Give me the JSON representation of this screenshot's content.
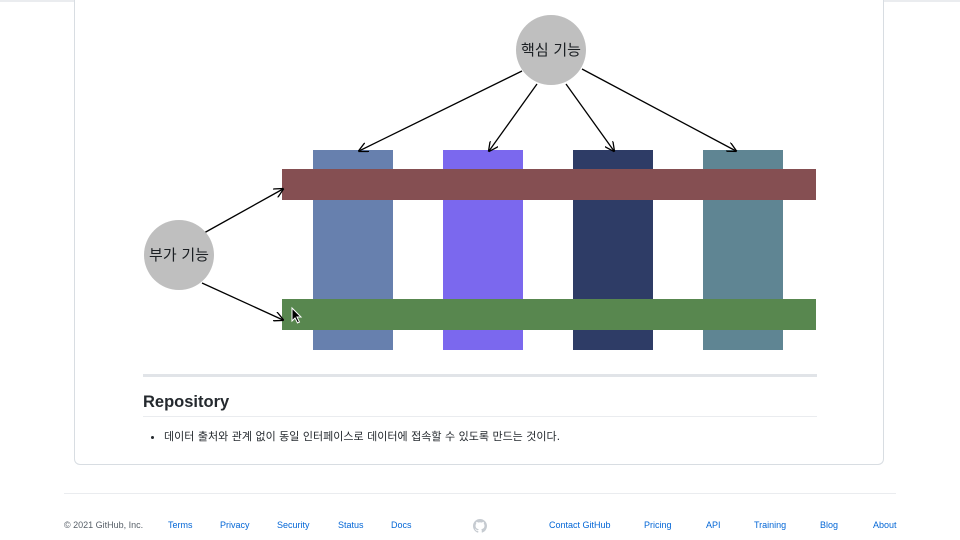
{
  "diagram": {
    "core_label": "핵심 기능",
    "extra_label": "부가 기능",
    "colors": {
      "node_fill": "#bfbfbf",
      "column_1": "#6780ae",
      "column_2": "#7b68ee",
      "column_3": "#2e3c66",
      "column_4": "#5f8593",
      "bar_top": "#854f52",
      "bar_bottom": "#58874f"
    }
  },
  "section": {
    "heading": "Repository",
    "items": [
      "데이터 출처와 관계 없이 동일 인터페이스로 데이터에 접속할 수 있도록 만드는 것이다."
    ]
  },
  "footer": {
    "copyright": "© 2021 GitHub, Inc.",
    "links_left": [
      "Terms",
      "Privacy",
      "Security",
      "Status",
      "Docs"
    ],
    "links_right": [
      "Contact GitHub",
      "Pricing",
      "API",
      "Training",
      "Blog",
      "About"
    ]
  }
}
